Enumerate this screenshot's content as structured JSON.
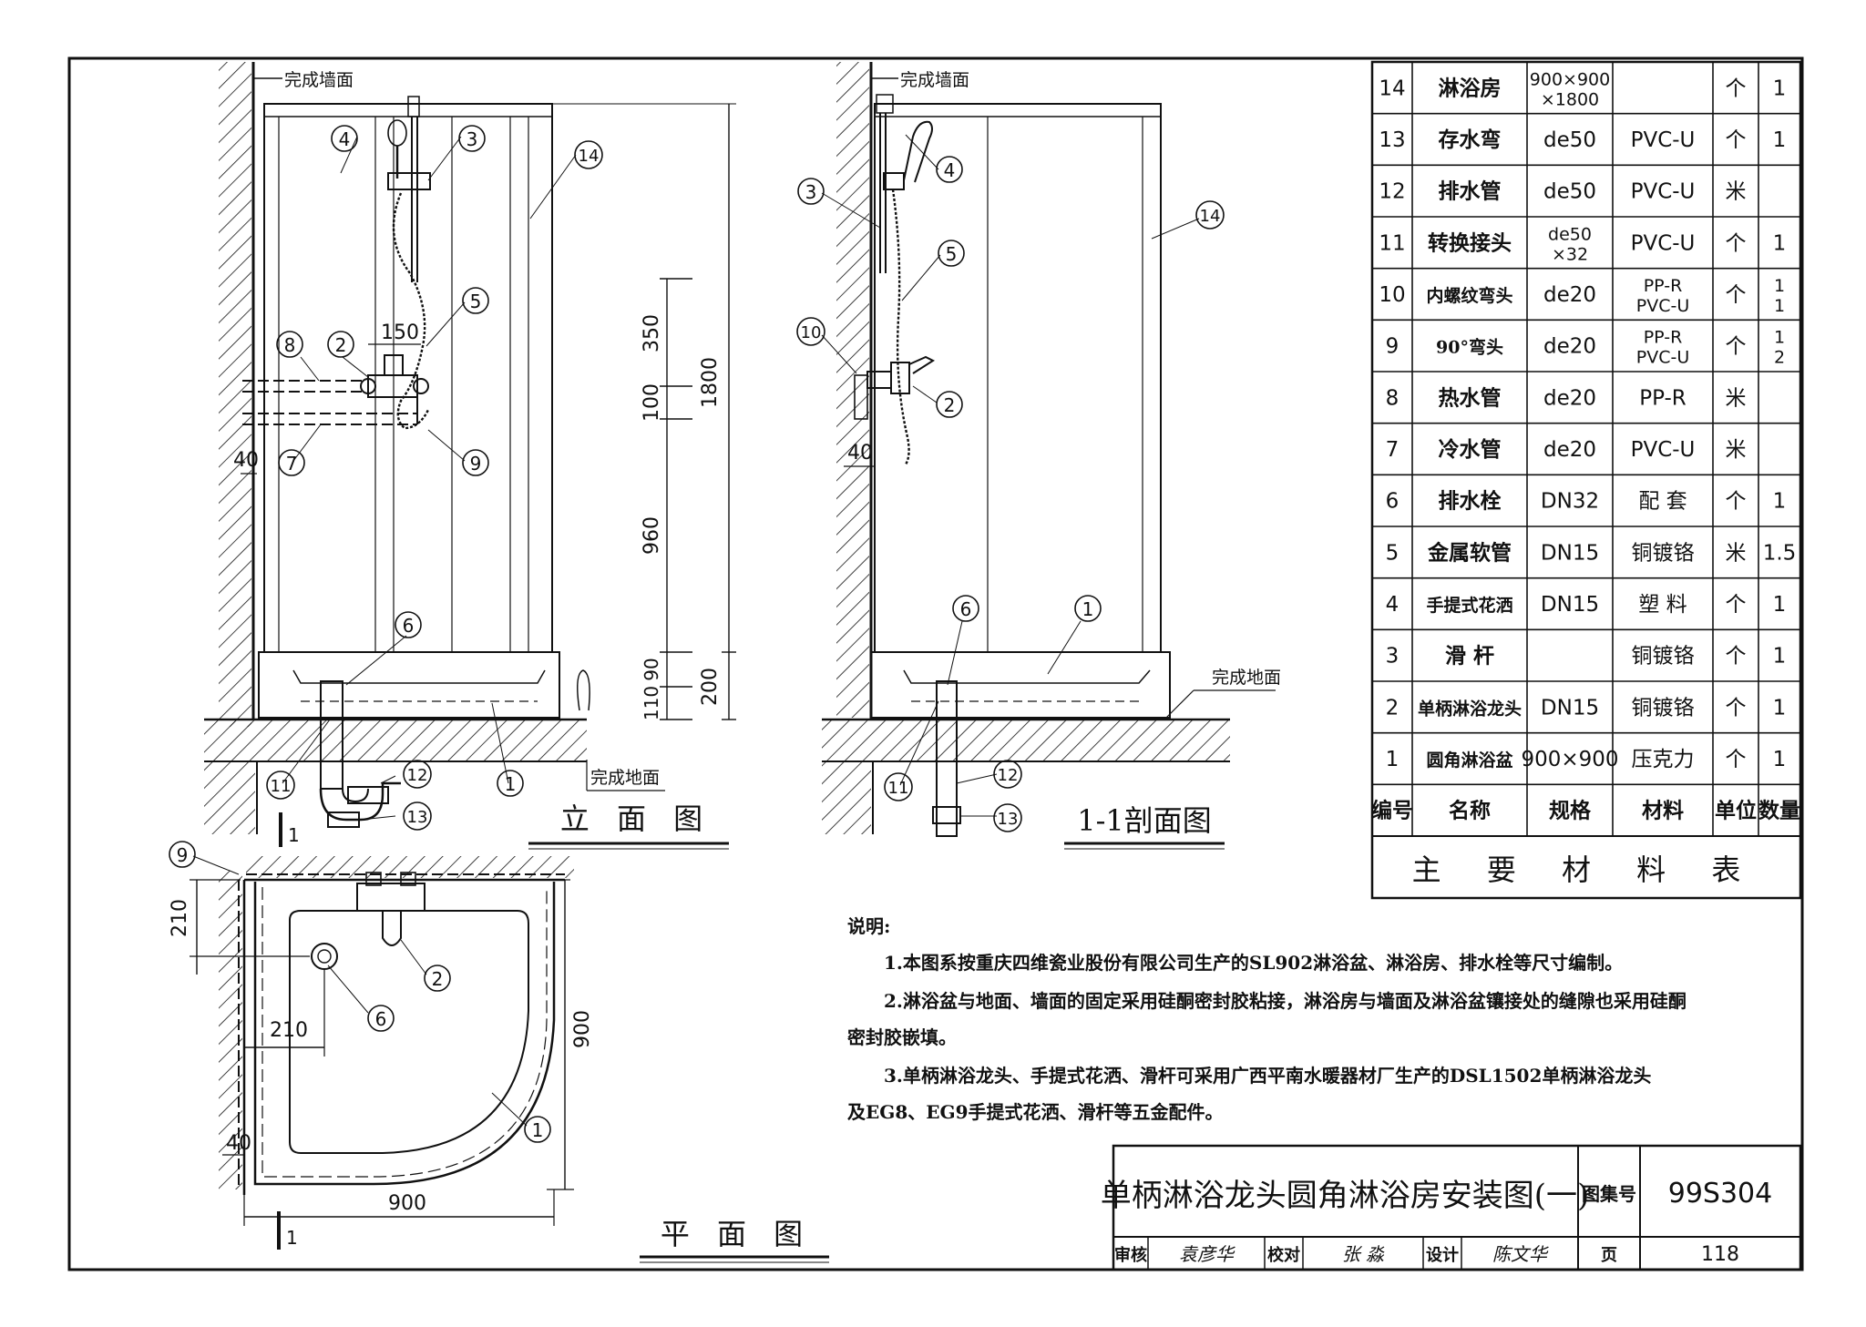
{
  "labels": {
    "finished_wall": "完成墙面",
    "finished_floor": "完成地面",
    "section_mark": "1"
  },
  "view_titles": {
    "elevation": "立 面 图",
    "section": "1-1剖面图",
    "plan": "平 面 图"
  },
  "dimensions": {
    "elev_d150": "150",
    "elev_d350": "350",
    "elev_d100": "100",
    "elev_d960": "960",
    "elev_d90": "90",
    "elev_d110": "110",
    "elev_d1800": "1800",
    "elev_d200": "200",
    "elev_d40": "40",
    "sec_d40": "40",
    "plan_d210v": "210",
    "plan_d210h": "210",
    "plan_d900v": "900",
    "plan_d900h": "900",
    "plan_d40": "40"
  },
  "callouts": {
    "n1": "1",
    "n2": "2",
    "n3": "3",
    "n4": "4",
    "n5": "5",
    "n6": "6",
    "n7": "7",
    "n8": "8",
    "n9": "9",
    "n10": "10",
    "n11": "11",
    "n12": "12",
    "n13": "13",
    "n14": "14"
  },
  "material_table": {
    "headers": [
      "编号",
      "名称",
      "规格",
      "材料",
      "单位",
      "数量"
    ],
    "rows": [
      [
        "14",
        "淋浴房",
        "900×900 ×1800",
        "",
        "个",
        "1"
      ],
      [
        "13",
        "存水弯",
        "de50",
        "PVC-U",
        "个",
        "1"
      ],
      [
        "12",
        "排水管",
        "de50",
        "PVC-U",
        "米",
        ""
      ],
      [
        "11",
        "转换接头",
        "de50 ×32",
        "PVC-U",
        "个",
        "1"
      ],
      [
        "10",
        "内螺纹弯头",
        "de20",
        "PP-R PVC-U",
        "个",
        "1 1"
      ],
      [
        "9",
        "90°弯头",
        "de20",
        "PP-R PVC-U",
        "个",
        "1 2"
      ],
      [
        "8",
        "热水管",
        "de20",
        "PP-R",
        "米",
        ""
      ],
      [
        "7",
        "冷水管",
        "de20",
        "PVC-U",
        "米",
        ""
      ],
      [
        "6",
        "排水栓",
        "DN32",
        "配 套",
        "个",
        "1"
      ],
      [
        "5",
        "金属软管",
        "DN15",
        "铜镀铬",
        "米",
        "1.5"
      ],
      [
        "4",
        "手提式花洒",
        "DN15",
        "塑 料",
        "个",
        "1"
      ],
      [
        "3",
        "滑 杆",
        "",
        "铜镀铬",
        "个",
        "1"
      ],
      [
        "2",
        "单柄淋浴龙头",
        "DN15",
        "铜镀铬",
        "个",
        "1"
      ],
      [
        "1",
        "圆角淋浴盆",
        "900×900",
        "压克力",
        "个",
        "1"
      ]
    ],
    "title": "主 要 材 料 表"
  },
  "notes": {
    "heading": "说明:",
    "line1": "1.本图系按重庆四维瓷业股份有限公司生产的SL902淋浴盆、淋浴房、排水栓等尺寸编制。",
    "line2a": "2.淋浴盆与地面、墙面的固定采用硅酮密封胶粘接，淋浴房与墙面及淋浴盆镶接处的缝隙也采用硅酮",
    "line2b": "密封胶嵌填。",
    "line3a": "3.单柄淋浴龙头、手提式花洒、滑杆可采用广西平南水暖器材厂生产的DSL1502单柄淋浴龙头",
    "line3b": "及EG8、EG9手提式花洒、滑杆等五金配件。"
  },
  "title_block": {
    "drawing_title": "单柄淋浴龙头圆角淋浴房安装图(一)",
    "atlas_label": "图集号",
    "atlas_no": "99S304",
    "review_label": "审核",
    "review_sig": "袁彦华",
    "check_label": "校对",
    "check_sig": "张 淼",
    "design_label": "设计",
    "design_sig": "陈文华",
    "page_label": "页",
    "page_no": "118"
  }
}
